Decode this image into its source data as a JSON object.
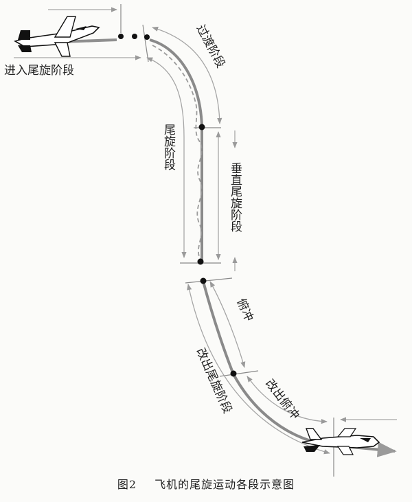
{
  "labels": {
    "entry": "进入尾旋阶段",
    "transition": "过渡阶段",
    "spin": "尾旋阶段",
    "vertical": "垂直尾旋阶段",
    "dive": "俯冲",
    "recovery": "改出尾旋阶段",
    "pullout": "改出俯冲"
  },
  "caption": {
    "number": "图2",
    "title": "飞机的尾旋运动各段示意图"
  },
  "colors": {
    "path": "#8a8a8a",
    "arrow": "#a6a6a6",
    "ink": "#222222"
  },
  "icons": [
    "airplane-icon",
    "airplane-icon"
  ]
}
